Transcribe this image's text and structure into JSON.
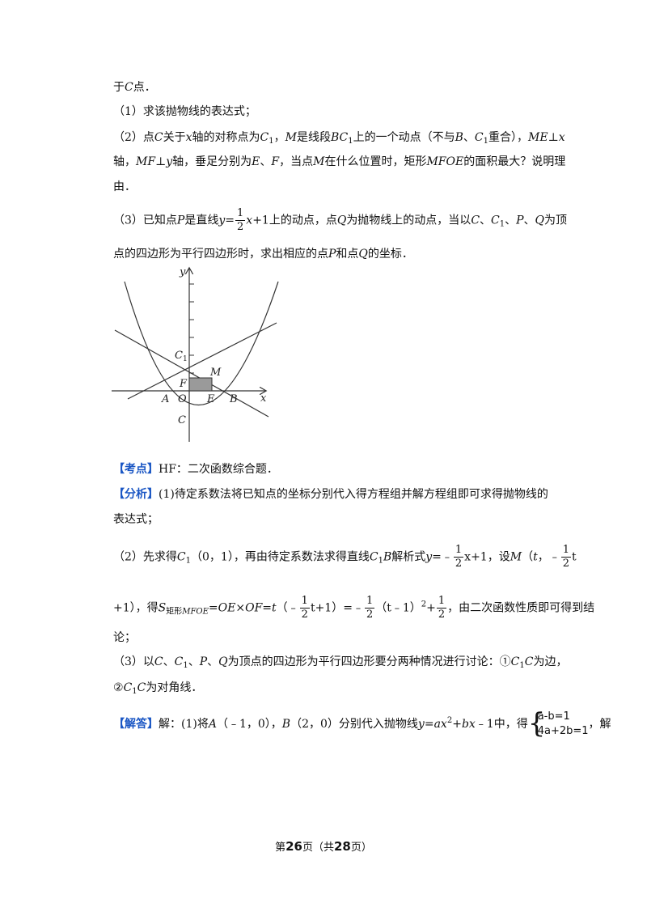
{
  "p1": {
    "text": "于",
    "C": "C",
    "tail": "点．"
  },
  "p2": {
    "text": "（1）求该抛物线的表达式；"
  },
  "p3": {
    "a": "（2）点",
    "C": "C",
    "b": "关于",
    "x": "x",
    "c": "轴的对称点为",
    "C1": "C",
    "one": "1",
    "d": "，",
    "M": "M",
    "e": "是线段",
    "BC": "BC",
    "one2": "1",
    "f": "上的一个动点（不与",
    "B": "B",
    "g": "、",
    "C1b": "C",
    "one3": "1",
    "h": "重合），",
    "ME": "ME",
    "perp": "⊥",
    "x2": "x"
  },
  "p4": {
    "a": "轴，",
    "MF": "MF",
    "b": "⊥",
    "y": "y",
    "c": "轴，垂足分别为",
    "E": "E",
    "d": "、",
    "F": "F",
    "e": "，当点",
    "M": "M",
    "f": "在什么位置时，矩形",
    "MFOE": "MFOE",
    "g": "的面积最大？说明理"
  },
  "p5": {
    "text": "由．"
  },
  "p6": {
    "a": "（3）已知点",
    "P": "P",
    "b": "是直线",
    "y": "y",
    "eq": "=",
    "num": "1",
    "den": "2",
    "x": "x",
    "c": "+1上的动点，点",
    "Q": "Q",
    "d": "为抛物线上的动点，当以",
    "C": "C",
    "e": "、",
    "C1": "C",
    "one": "1",
    "f": "、",
    "P2": "P",
    "g": "、",
    "Q2": "Q",
    "h": "为顶"
  },
  "p7": {
    "a": "点的四边形为平行四边形时，求出相应的点",
    "P": "P",
    "b": "和点",
    "Q": "Q",
    "c": "的坐标．"
  },
  "figure": {
    "labels": {
      "y": "y",
      "x": "x",
      "C1": "C",
      "C1sub": "1",
      "M": "M",
      "F": "F",
      "A": "A",
      "O": "O",
      "E": "E",
      "B": "B",
      "C": "C"
    },
    "colors": {
      "stroke": "#333333",
      "rect": "#9a9a9a"
    }
  },
  "kaodian": {
    "tag": "【考点】",
    "text": "HF：二次函数综合题．"
  },
  "fenxi": {
    "tag": "【分析】",
    "l1": "(1)待定系数法将已知点的坐标分别代入得方程组并解方程组即可求得抛物线的",
    "l2": "表达式；"
  },
  "f3": {
    "a": "（2）先求得",
    "C": "C",
    "one": "1",
    "b": "（0，1），再由待定系数法求得直线",
    "C1B": "C",
    "one2": "1",
    "B": "B",
    "c": "解析式",
    "y": "y",
    "d": "=﹣",
    "num": "1",
    "den": "2",
    "e": "x+1，设",
    "M": "M",
    "f": "（",
    "t": "t",
    "g": "，﹣",
    "num2": "1",
    "den2": "2",
    "h": "t"
  },
  "f4": {
    "a": "+1），得",
    "S": "S",
    "sub": "矩形",
    "subit": "MFOE",
    "b": "=",
    "OE": "OE",
    "c": "×",
    "OF": "OF",
    "d": "=",
    "t": "t",
    "e": "（﹣",
    "num": "1",
    "den": "2",
    "f": "t+1）=﹣",
    "num2": "1",
    "den2": "2",
    "g": "（t﹣1）",
    "sq": "2",
    "h": "+",
    "num3": "1",
    "den3": "2",
    "i": "，由二次函数性质即可得到结"
  },
  "f5": {
    "text": "论；"
  },
  "f6": {
    "a": "（3）以",
    "C": "C",
    "b": "、",
    "C1": "C",
    "one": "1",
    "c": "、",
    "P": "P",
    "d": "、",
    "Q": "Q",
    "e": "为顶点的四边形为平行四边形要分两种情况进行讨论：①",
    "C1C": "C",
    "one2": "1",
    "C2": "C",
    "f": "为边，"
  },
  "f7": {
    "a": "②",
    "C1C": "C",
    "one": "1",
    "C2": "C",
    "b": "为对角线．"
  },
  "jieda": {
    "tag": "【解答】",
    "a": "解：(1)将",
    "A": "A",
    "b": "（﹣1，0），",
    "B": "B",
    "c": "（2，0）分别代入抛物线",
    "y": "y",
    "d": "=",
    "ax": "ax",
    "sq": "2",
    "e": "+",
    "bx": "bx",
    "f": "﹣1中，得",
    "eq1": "a-b=1",
    "eq2": "4a+2b=1",
    "g": "，解"
  },
  "footer": {
    "a": "第",
    "page": "26",
    "b": "页（共",
    "total": "28",
    "c": "页）"
  }
}
